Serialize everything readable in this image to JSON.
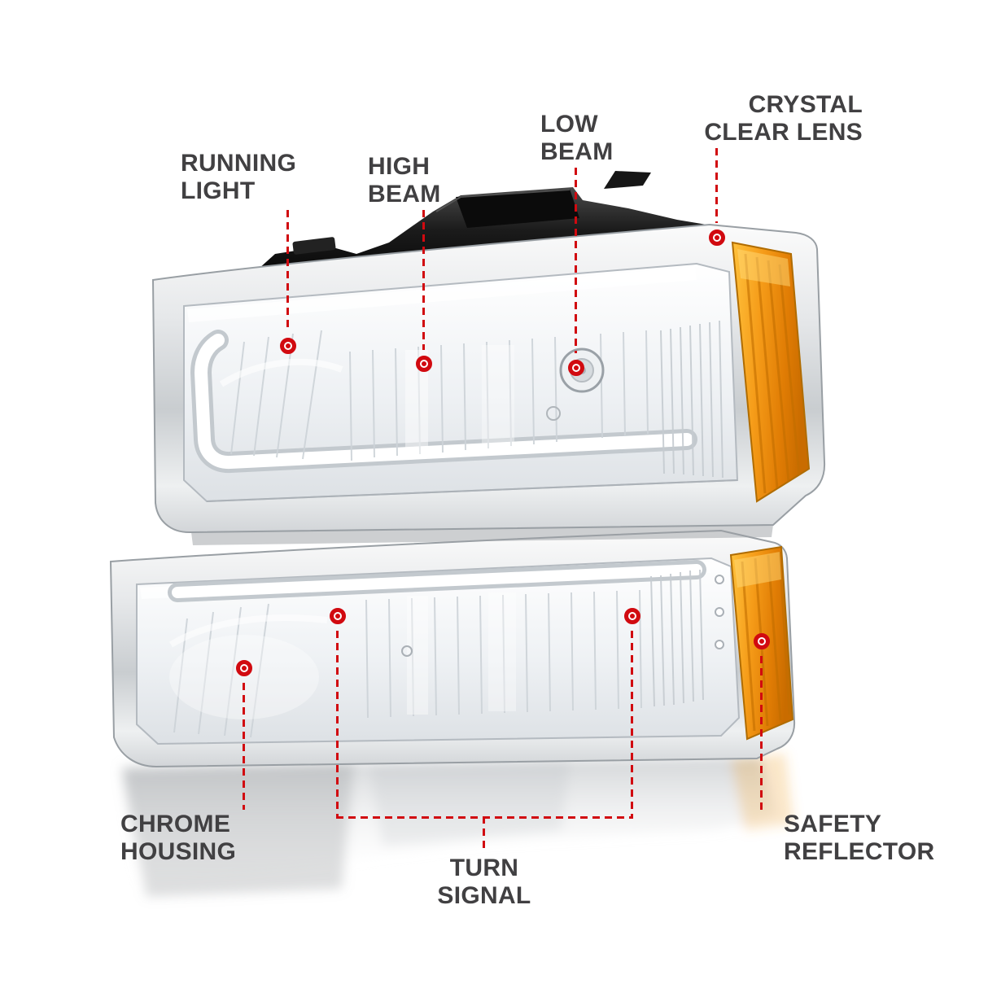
{
  "figure": {
    "type": "annotated-product-diagram",
    "subject": "Headlight and parking-light assembly with LED light bars, chrome housing and amber reflectors",
    "background": "#ffffff"
  },
  "colors": {
    "callout_red": "#d10a10",
    "label_text": "#414042",
    "amber_reflector": "#f59b18",
    "chrome_housing": "#d2d5d8",
    "black_housing": "#161616",
    "lens_clear": "#eef1f4"
  },
  "callouts": [
    {
      "id": "running-light",
      "label": "RUNNING LIGHT",
      "lines": [
        "RUNNING",
        "LIGHT"
      ]
    },
    {
      "id": "high-beam",
      "label": "HIGH BEAM",
      "lines": [
        "HIGH",
        "BEAM"
      ]
    },
    {
      "id": "low-beam",
      "label": "LOW BEAM",
      "lines": [
        "LOW",
        "BEAM"
      ]
    },
    {
      "id": "crystal-clear-lens",
      "label": "CRYSTAL CLEAR LENS",
      "lines": [
        "CRYSTAL",
        "CLEAR LENS"
      ]
    },
    {
      "id": "chrome-housing",
      "label": "CHROME HOUSING",
      "lines": [
        "CHROME",
        "HOUSING"
      ]
    },
    {
      "id": "turn-signal",
      "label": "TURN SIGNAL",
      "lines": [
        "TURN",
        "SIGNAL"
      ]
    },
    {
      "id": "safety-reflector",
      "label": "SAFETY REFLECTOR",
      "lines": [
        "SAFETY",
        "REFLECTOR"
      ]
    }
  ]
}
